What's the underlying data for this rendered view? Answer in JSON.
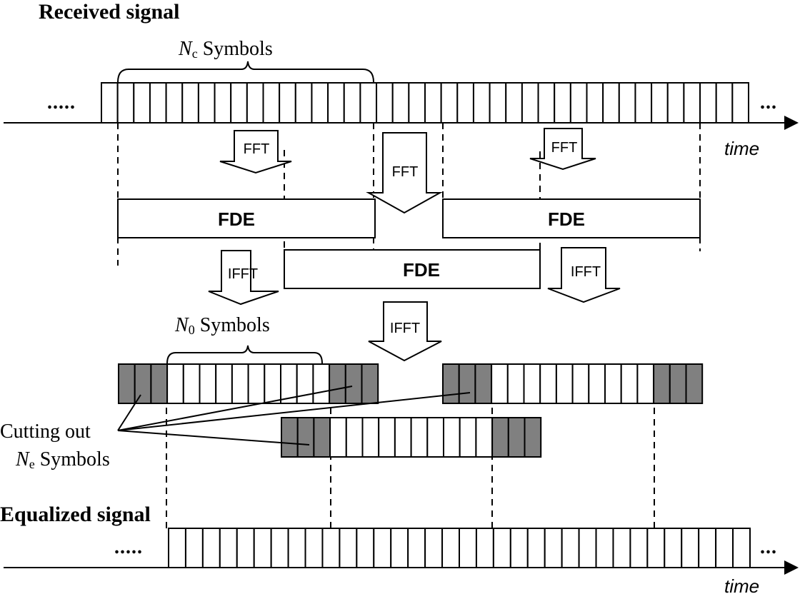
{
  "labels": {
    "received_title": "Received signal",
    "equalized_title": "Equalized signal",
    "nc_italic": "N",
    "nc_sub": "c",
    "nc_rest": " Symbols",
    "n0_italic": "N",
    "n0_sub": "0",
    "n0_rest": " Symbols",
    "cutting_out": "Cutting out",
    "ne_italic": "N",
    "ne_sub": "e",
    "ne_rest": " Symbols",
    "time_top": "time",
    "time_bottom": "time",
    "ellipsis_left_top": ".....",
    "ellipsis_right_top": "...",
    "ellipsis_left_bottom": ".....",
    "ellipsis_right_bottom": "..."
  },
  "blocks": {
    "fft": "FFT",
    "ifft": "IFFT",
    "fde": "FDE"
  },
  "colors": {
    "stroke": "#000000",
    "guard_fill": "#808080",
    "background": "#ffffff"
  },
  "structure": {
    "received_symbol_count": 40,
    "equalized_symbol_count": 34,
    "guard_symbols_each_side": 3,
    "block1_data_symbols": 10,
    "block2_data_symbols": 10,
    "block3_data_symbols": 10
  }
}
